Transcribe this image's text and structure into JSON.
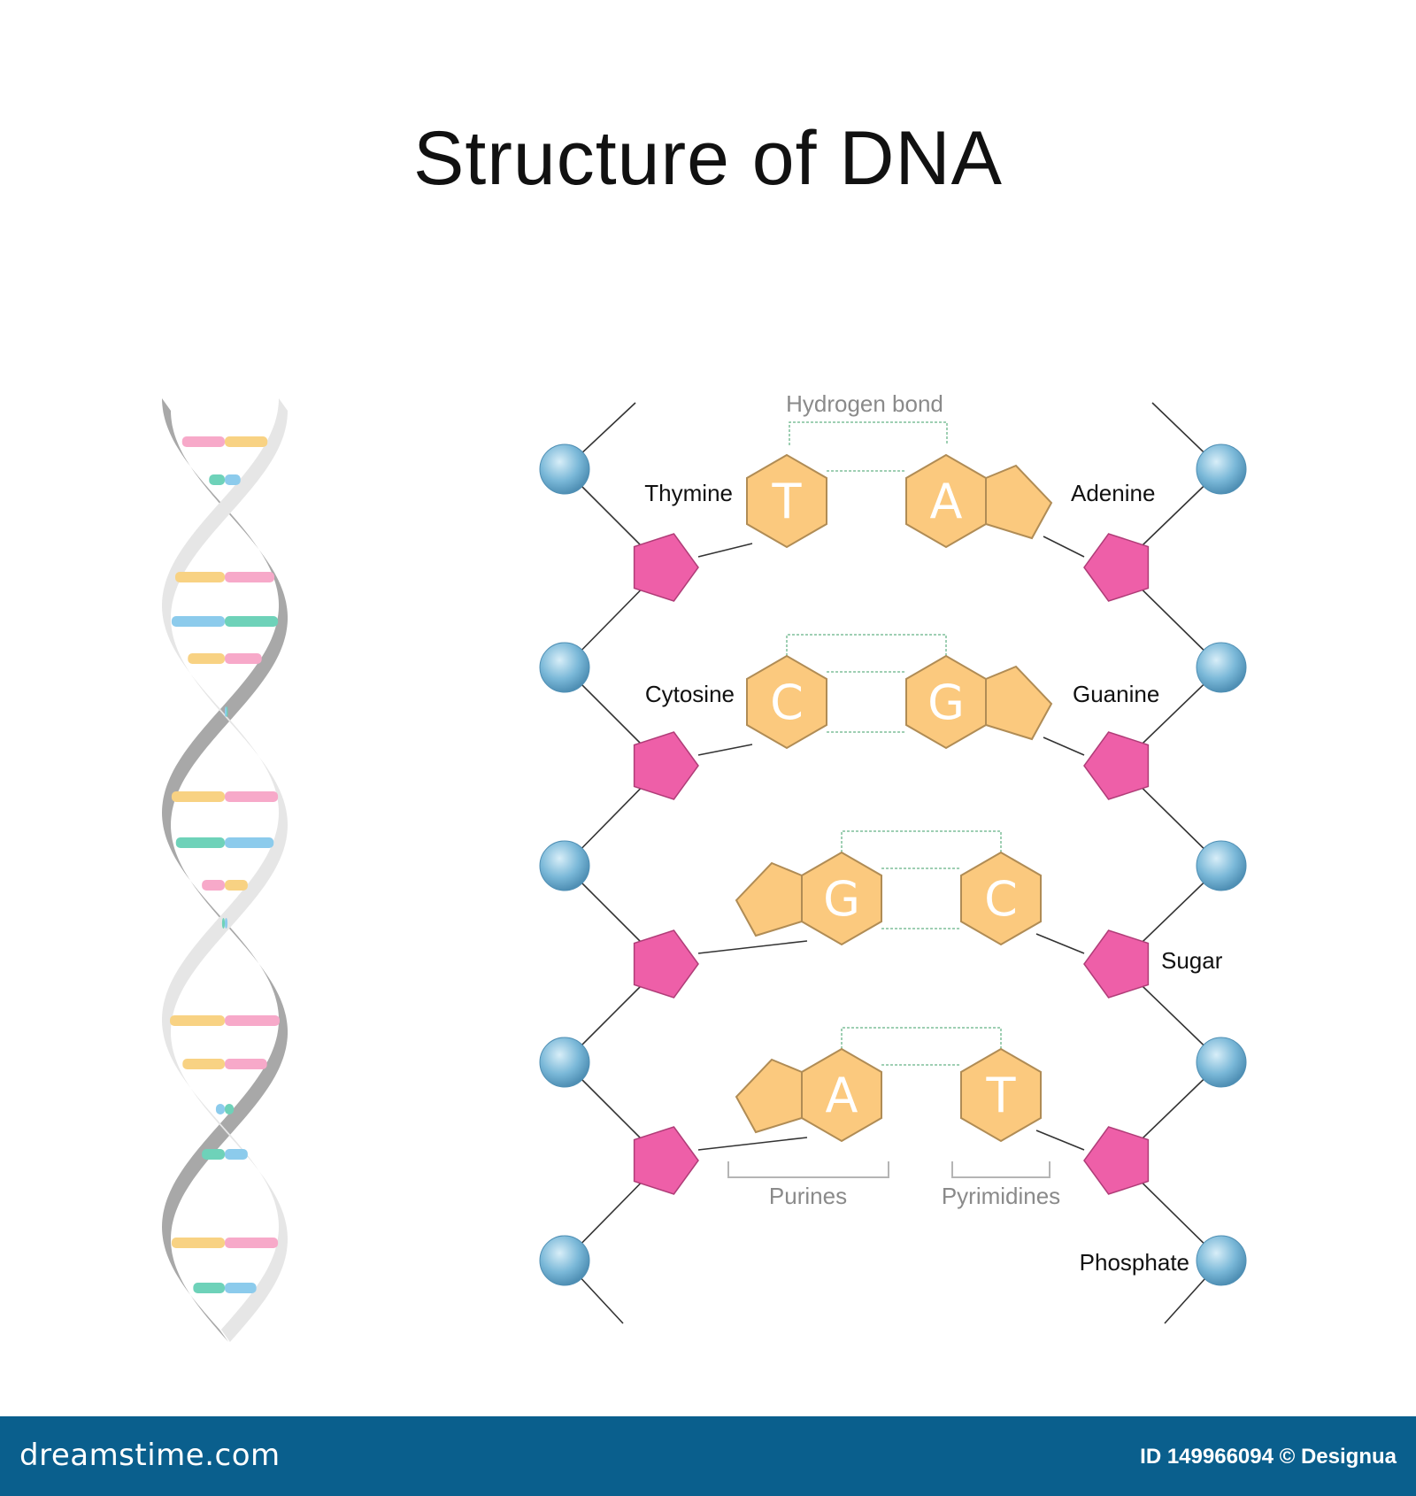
{
  "title": "Structure of DNA",
  "labels": {
    "hydrogen_bond": "Hydrogen bond",
    "thymine": "Thymine",
    "adenine": "Adenine",
    "cytosine": "Cytosine",
    "guanine": "Guanine",
    "sugar": "Sugar",
    "phosphate": "Phosphate",
    "purines": "Purines",
    "pyrimidines": "Pyrimidines"
  },
  "base_pairs": [
    {
      "left": "T",
      "right": "A"
    },
    {
      "left": "C",
      "right": "G"
    },
    {
      "left": "G",
      "right": "C"
    },
    {
      "left": "A",
      "right": "T"
    }
  ],
  "helix_rungs": [
    [
      "pink",
      "yellow"
    ],
    [
      "teal",
      "blue"
    ],
    [
      "yellow",
      "pink"
    ],
    [
      "blue",
      "teal"
    ],
    [
      "yellow",
      "pink"
    ],
    [
      "teal",
      "blue"
    ],
    [
      "yellow",
      "pink"
    ],
    [
      "teal",
      "blue"
    ],
    [
      "pink",
      "yellow"
    ],
    [
      "teal",
      "blue"
    ],
    [
      "yellow",
      "pink"
    ],
    [
      "yellow",
      "pink"
    ],
    [
      "blue",
      "teal"
    ],
    [
      "teal",
      "blue"
    ],
    [
      "yellow",
      "pink"
    ],
    [
      "teal",
      "blue"
    ]
  ],
  "colors": {
    "base_fill": "#fbc97e",
    "base_stroke": "#b08c55",
    "sugar_fill": "#ee5fa8",
    "phosphate_fill": "#7ab8d8",
    "helix_light": "#e6e6e6",
    "helix_dark": "#a8a8a8",
    "pink": "#f7a9c9",
    "yellow": "#f8d283",
    "teal": "#6ed2b9",
    "blue": "#8ccbec",
    "footer": "#0a5f8d"
  },
  "footer": {
    "logo": "dreamstime.com",
    "credit": "ID 149966094 © Designua"
  }
}
